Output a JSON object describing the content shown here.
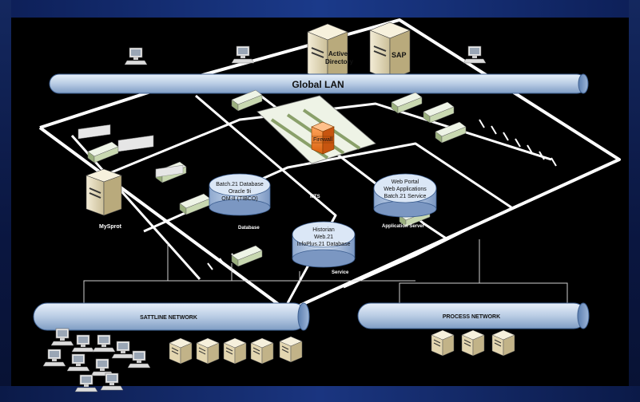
{
  "buses": {
    "global_lan": "Global LAN",
    "sattline": "SATTLINE NETWORK",
    "process": "PROCESS NETWORK"
  },
  "servers": {
    "active_directory": [
      "Active",
      "Directory"
    ],
    "sap": "SAP",
    "firewall": "Firewall"
  },
  "nodes": {
    "batch_db": [
      "Batch.21 Database",
      "Oracle 9i",
      "OM-II (TIBCO)"
    ],
    "web_portal": [
      "Web Portal",
      "Web Applications",
      "Batch.21 Service"
    ],
    "historian": [
      "Historian",
      "Web.21",
      "InfoPlus.21 Database"
    ]
  },
  "fragments": {
    "database": "Database",
    "service": "Service",
    "application_server": "Application Server",
    "mts": "MTS",
    "osprey": "MySprot"
  },
  "colors": {
    "bus_fill": "#b9cce4",
    "node_fill": "#c5d7ee",
    "rail": "#ffffff",
    "firewall": "#f07a1e",
    "background": "#000000"
  }
}
